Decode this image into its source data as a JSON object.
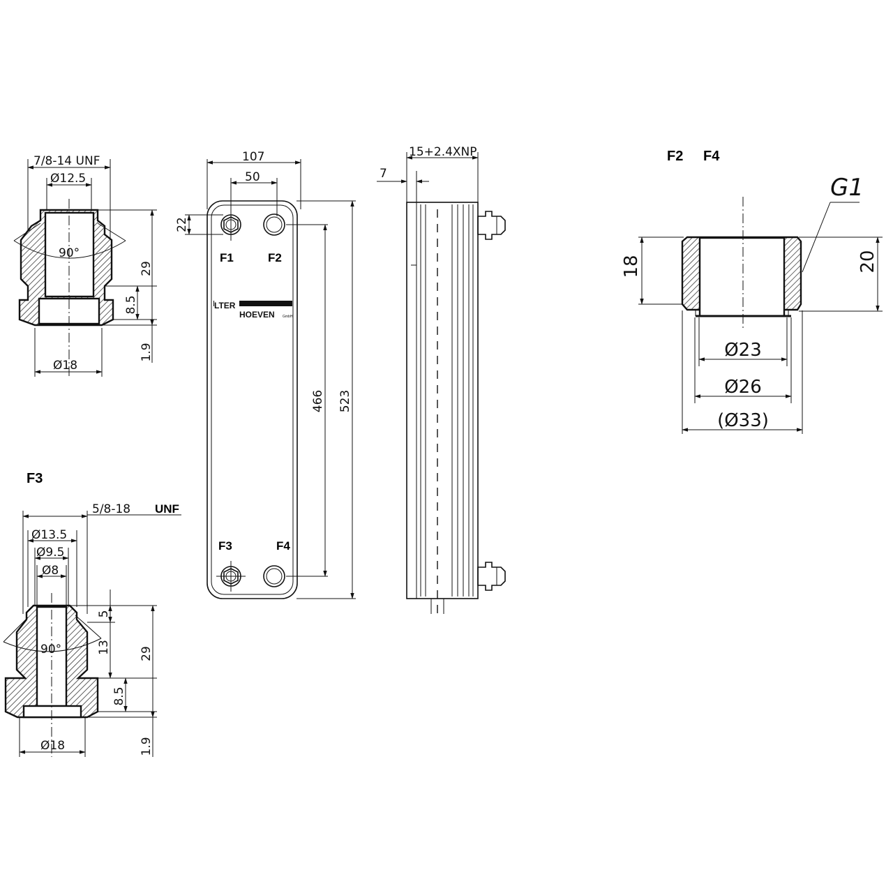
{
  "fitting_top_left": {
    "thread": "7/8-14  UNF",
    "bore_diameter": "Ø12.5",
    "chamfer_angle": "90°",
    "height": "29",
    "shoulder": "8.5",
    "base_gap": "1.9",
    "base_diameter": "Ø18"
  },
  "plate_front": {
    "width": "107",
    "port_spacing": "50",
    "port_offset": "22",
    "port_centers": "466",
    "height": "523",
    "ports": {
      "f1": "F1",
      "f2": "F2",
      "f3": "F3",
      "f4": "F4"
    },
    "logo": {
      "line1": "LTER",
      "line2": "HOEVEN",
      "suffix": "GmbH"
    }
  },
  "plate_side": {
    "depth": "15+2.4XNP",
    "offset": "7"
  },
  "fitting_f2_f4": {
    "label_a": "F2",
    "label_b": "F4",
    "thread": "G1",
    "height_inner": "18",
    "height_outer": "20",
    "d_inner": "Ø23",
    "d_mid": "Ø26",
    "d_outer": "(Ø33)"
  },
  "fitting_f3": {
    "label": "F3",
    "thread": "5/8-18",
    "thread_unit": "UNF",
    "d1": "Ø13.5",
    "d2": "Ø9.5",
    "d3": "Ø8",
    "chamfer_angle": "90°",
    "top": "5",
    "mid": "13",
    "height": "29",
    "shoulder": "8.5",
    "base_gap": "1.9",
    "base_diameter": "Ø18"
  }
}
